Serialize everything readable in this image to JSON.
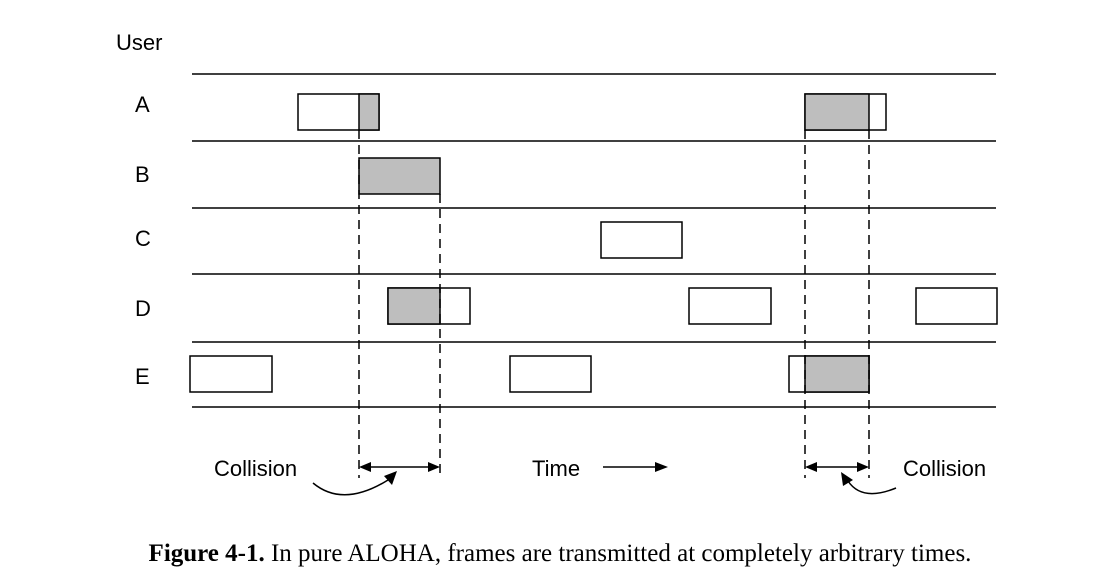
{
  "header": "User",
  "users": [
    "A",
    "B",
    "C",
    "D",
    "E"
  ],
  "bottom": {
    "collision_left": "Collision",
    "time": "Time",
    "collision_right": "Collision"
  },
  "caption": {
    "figure": "Figure 4-1.",
    "text": "In pure ALOHA, frames are transmitted at completely arbitrary times."
  },
  "colors": {
    "collided": "#bebebe",
    "clear": "#ffffff",
    "line": "#000000"
  }
}
